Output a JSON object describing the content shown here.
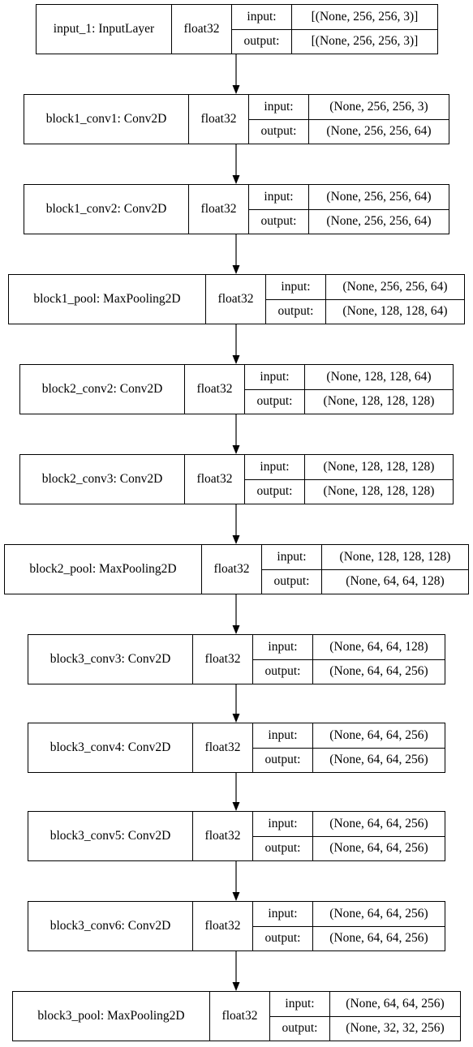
{
  "layers": [
    {
      "name": "input_1: InputLayer",
      "dtype": "float32",
      "input_label": "input:",
      "output_label": "output:",
      "input_shape": "[(None, 256, 256, 3)]",
      "output_shape": "[(None, 256, 256, 3)]"
    },
    {
      "name": "block1_conv1: Conv2D",
      "dtype": "float32",
      "input_label": "input:",
      "output_label": "output:",
      "input_shape": "(None, 256, 256, 3)",
      "output_shape": "(None, 256, 256, 64)"
    },
    {
      "name": "block1_conv2: Conv2D",
      "dtype": "float32",
      "input_label": "input:",
      "output_label": "output:",
      "input_shape": "(None, 256, 256, 64)",
      "output_shape": "(None, 256, 256, 64)"
    },
    {
      "name": "block1_pool: MaxPooling2D",
      "dtype": "float32",
      "input_label": "input:",
      "output_label": "output:",
      "input_shape": "(None, 256, 256, 64)",
      "output_shape": "(None, 128, 128, 64)"
    },
    {
      "name": "block2_conv2: Conv2D",
      "dtype": "float32",
      "input_label": "input:",
      "output_label": "output:",
      "input_shape": "(None, 128, 128, 64)",
      "output_shape": "(None, 128, 128, 128)"
    },
    {
      "name": "block2_conv3: Conv2D",
      "dtype": "float32",
      "input_label": "input:",
      "output_label": "output:",
      "input_shape": "(None, 128, 128, 128)",
      "output_shape": "(None, 128, 128, 128)"
    },
    {
      "name": "block2_pool: MaxPooling2D",
      "dtype": "float32",
      "input_label": "input:",
      "output_label": "output:",
      "input_shape": "(None, 128, 128, 128)",
      "output_shape": "(None, 64, 64, 128)"
    },
    {
      "name": "block3_conv3: Conv2D",
      "dtype": "float32",
      "input_label": "input:",
      "output_label": "output:",
      "input_shape": "(None, 64, 64, 128)",
      "output_shape": "(None, 64, 64, 256)"
    },
    {
      "name": "block3_conv4: Conv2D",
      "dtype": "float32",
      "input_label": "input:",
      "output_label": "output:",
      "input_shape": "(None, 64, 64, 256)",
      "output_shape": "(None, 64, 64, 256)"
    },
    {
      "name": "block3_conv5: Conv2D",
      "dtype": "float32",
      "input_label": "input:",
      "output_label": "output:",
      "input_shape": "(None, 64, 64, 256)",
      "output_shape": "(None, 64, 64, 256)"
    },
    {
      "name": "block3_conv6: Conv2D",
      "dtype": "float32",
      "input_label": "input:",
      "output_label": "output:",
      "input_shape": "(None, 64, 64, 256)",
      "output_shape": "(None, 64, 64, 256)"
    },
    {
      "name": "block3_pool: MaxPooling2D",
      "dtype": "float32",
      "input_label": "input:",
      "output_label": "output:",
      "input_shape": "(None, 64, 64, 256)",
      "output_shape": "(None, 32, 32, 256)"
    }
  ],
  "colors": {
    "stroke": "#000000",
    "background": "#ffffff"
  }
}
